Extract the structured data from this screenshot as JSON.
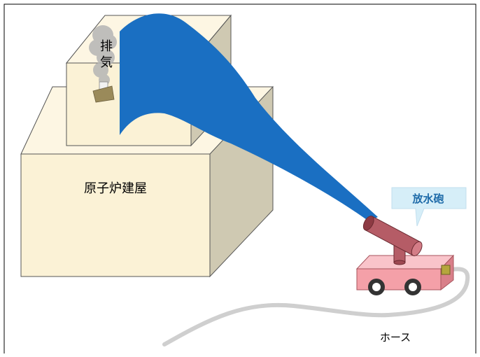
{
  "labels": {
    "exhaust_line1": "排",
    "exhaust_line2": "気",
    "building": "原子炉建屋",
    "water_cannon": "放水砲",
    "hose": "ホース"
  },
  "colors": {
    "water_spray": "#1a6fc2",
    "building_front": "#fbf2d6",
    "building_side": "#cfc9b2",
    "building_top": "#fdf6e3",
    "vehicle_body": "#f4a0a8",
    "cannon_barrel": "#b55c66",
    "callout_bg": "#d6eef8",
    "callout_text": "#1d6aa8",
    "hose": "#cfcfcf",
    "exhaust_smoke": "#b0b0b0"
  },
  "icons": {
    "exhaust": "smoke-plume-icon",
    "vehicle": "water-cannon-vehicle-icon"
  }
}
